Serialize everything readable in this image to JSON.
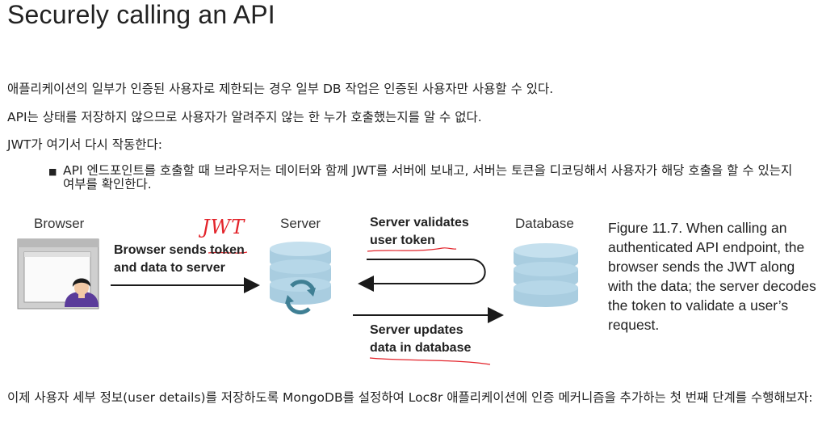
{
  "title": "Securely calling an API",
  "paragraphs": {
    "p1": "애플리케이션의 일부가 인증된 사용자로 제한되는 경우 일부 DB 작업은 인증된 사용자만 사용할 수 있다.",
    "p2": "API는 상태를 저장하지 않으므로 사용자가 알려주지 않는 한 누가 호출했는지를 알 수 없다.",
    "p3": "JWT가 여기서 다시 작동한다:"
  },
  "bullet": "API 엔드포인트를 호출할 때 브라우저는 데이터와 함께 JWT를 서버에 보내고, 서버는  토큰을 디코딩해서 사용자가 해당 호출을 할 수 있는지 여부를 확인한다.",
  "figure": {
    "browser_label": "Browser",
    "server_label": "Server",
    "database_label": "Database",
    "handwritten_note": "JWT",
    "arrow1_line1": "Browser sends token",
    "arrow1_line2": "and data to server",
    "validate_line1": "Server validates",
    "validate_line2": "user token",
    "update_line1": "Server updates",
    "update_line2": "data in database",
    "colors": {
      "annotation_red": "#e3242b",
      "db_blue": "#a9cde0",
      "browser_window": "#cfcfcf",
      "sync_icon_teal": "#3f7f94",
      "arrow": "#1a1a1a"
    }
  },
  "caption": "Figure 11.7. When calling an authenticated API endpoint, the browser sends the JWT along with the data; the server decodes the token to validate a user’s request.",
  "last_paragraph": "이제 사용자 세부 정보(user details)를 저장하도록 MongoDB를 설정하여 Loc8r 애플리케이션에 인증 메커니즘을 추가하는 첫 번째 단계를 수행해보자:"
}
